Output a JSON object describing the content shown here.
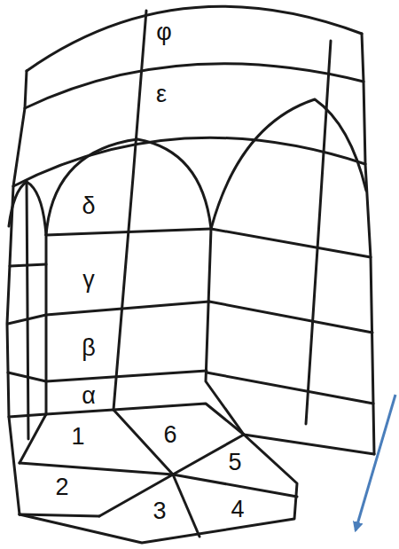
{
  "diagram": {
    "labels": [
      "φ",
      "ε",
      "δ",
      "γ",
      "β",
      "α",
      "1",
      "6",
      "5",
      "2",
      "3",
      "4"
    ]
  }
}
